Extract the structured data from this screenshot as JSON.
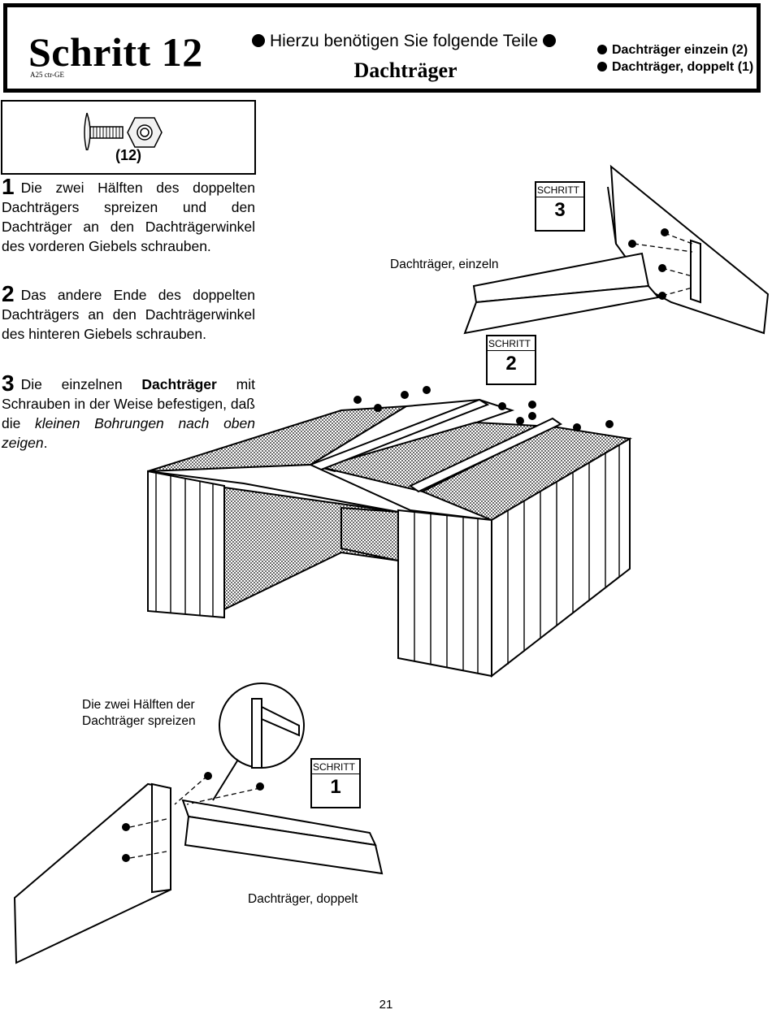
{
  "header": {
    "step_title": "Schritt 12",
    "step_code": "A25 ctr-GE",
    "parts_needed": "Hierzu benötigen Sie folgende Teile",
    "parts_title": "Dachträger",
    "parts": [
      "Dachträger einzein (2)",
      "Dachträger, doppelt (1)"
    ]
  },
  "hardware": {
    "quantity": "(12)",
    "icons": [
      "screw-icon",
      "nut-icon"
    ]
  },
  "instructions": [
    {
      "num": "1",
      "text": "Die zwei Hälften des doppelten Dachträgers spreizen und den Dachträger an den Dachträgerwinkel des vorderen Giebels schrauben."
    },
    {
      "num": "2",
      "text": "Das andere Ende des doppelten Dachträgers an den Dachträgerwinkel des hinteren Giebels schrauben."
    },
    {
      "num": "3",
      "pre": "Die einzelnen ",
      "bold": "Dachträger",
      "mid": " mit Schrauben in der Weise befestigen, daß die ",
      "italic": "kleinen Bohrungen nach oben zeigen",
      "post": "."
    }
  ],
  "labels": {
    "single": "Dachträger, einzeln",
    "spread_line1": "Die zwei Hälften der",
    "spread_line2": "Dachträger spreizen",
    "double": "Dachträger, doppelt"
  },
  "schritt_boxes": [
    {
      "label": "SCHRITT",
      "number": "3"
    },
    {
      "label": "SCHRITT",
      "number": "2"
    },
    {
      "label": "SCHRITT",
      "number": "1"
    }
  ],
  "page_number": "21"
}
